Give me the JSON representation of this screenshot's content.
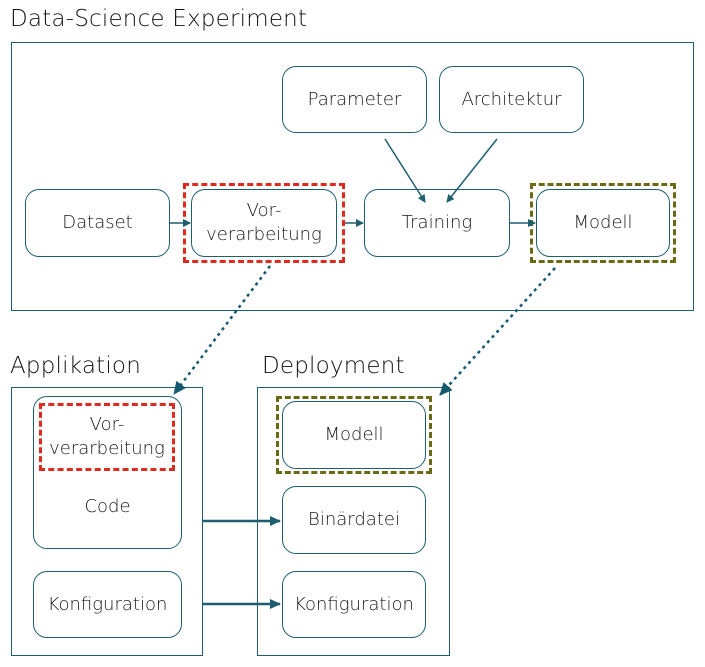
{
  "title": "Data-Science Experiment",
  "experiment": {
    "nodes": {
      "dataset": "Dataset",
      "preprocessing_line1": "Vor-",
      "preprocessing_line2": "verarbeitung",
      "training": "Training",
      "model": "Modell",
      "parameter": "Parameter",
      "architecture": "Architektur"
    }
  },
  "application": {
    "title": "Applikation",
    "preprocessing_line1": "Vor-",
    "preprocessing_line2": "verarbeitung",
    "code": "Code",
    "configuration": "Konfiguration"
  },
  "deployment": {
    "title": "Deployment",
    "model": "Modell",
    "binary": "Binärdatei",
    "configuration": "Konfiguration"
  },
  "colors": {
    "stroke": "#1e5f6f",
    "highlight_preprocessing": "#e02a1f",
    "highlight_model": "#6b6a14"
  }
}
